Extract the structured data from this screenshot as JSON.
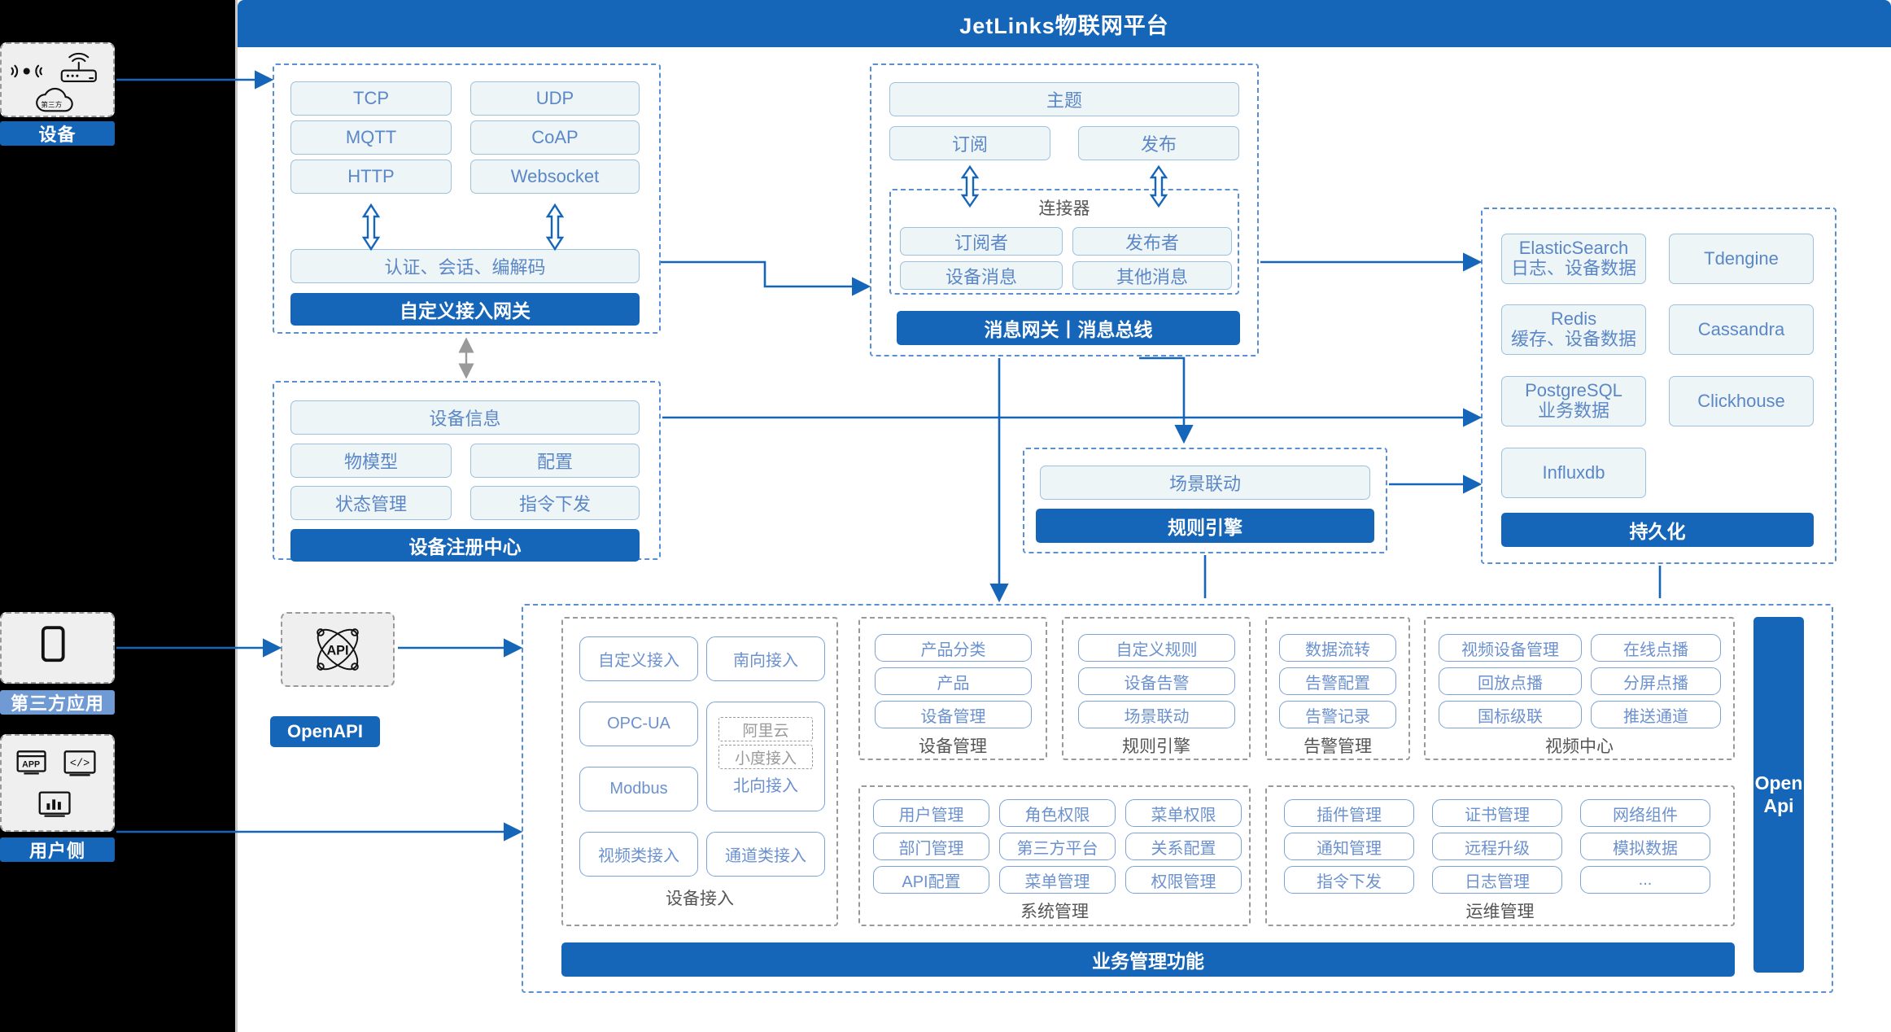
{
  "header": {
    "title": "JetLinks物联网平台"
  },
  "actors": [
    {
      "id": "device",
      "badge": "设备",
      "icons": [
        "wifi-signal-icon",
        "router-icon",
        "cloud-third-party-icon"
      ],
      "cloud_label": "第三方"
    },
    {
      "id": "third-party-app",
      "badge": "第三方应用",
      "icons": [
        "mobile-phone-icon"
      ]
    },
    {
      "id": "user-side",
      "badge": "用户侧",
      "icons": [
        "app-store-icon",
        "code-window-icon",
        "dashboard-chart-icon"
      ]
    }
  ],
  "gateway": {
    "protocols": [
      "TCP",
      "UDP",
      "MQTT",
      "CoAP",
      "HTTP",
      "Websocket"
    ],
    "codec": "认证、会话、编解码",
    "title": "自定义接入网关"
  },
  "message_bus": {
    "topic": "主题",
    "subscribe": "订阅",
    "publish": "发布",
    "connector_label": "连接器",
    "connector_items": [
      "订阅者",
      "发布者",
      "设备消息",
      "其他消息"
    ],
    "title": "消息网关丨消息总线"
  },
  "device_registry": {
    "info": "设备信息",
    "items": [
      "物模型",
      "配置",
      "状态管理",
      "指令下发"
    ],
    "title": "设备注册中心"
  },
  "rule_engine_block": {
    "item": "场景联动",
    "title": "规则引擎"
  },
  "persistence": {
    "stores": [
      {
        "name": "ElasticSearch",
        "sub": "日志、设备数据"
      },
      {
        "name": "Tdengine",
        "sub": ""
      },
      {
        "name": "Redis",
        "sub": "缓存、设备数据"
      },
      {
        "name": "Cassandra",
        "sub": ""
      },
      {
        "name": "PostgreSQL",
        "sub": "业务数据"
      },
      {
        "name": "Clickhouse",
        "sub": ""
      },
      {
        "name": "Influxdb",
        "sub": ""
      }
    ],
    "title": "持久化"
  },
  "openapi_node": {
    "label": "OpenAPI",
    "icon": "api-atom-icon"
  },
  "openapi_bar": {
    "line1": "Open",
    "line2": "Api"
  },
  "business": {
    "footer_title": "业务管理功能",
    "columns": [
      {
        "label": "设备接入",
        "left": [
          "自定义接入",
          "OPC-UA",
          "Modbus",
          "视频类接入"
        ],
        "right_top": "南向接入",
        "right_dashed": [
          "阿里云",
          "小度接入"
        ],
        "right_sub": "北向接入",
        "right_bottom": "通道类接入"
      },
      {
        "label": "设备管理",
        "items": [
          "产品分类",
          "产品",
          "设备管理"
        ]
      },
      {
        "label": "规则引擎",
        "items": [
          "自定义规则",
          "设备告警",
          "场景联动"
        ]
      },
      {
        "label": "告警管理",
        "items": [
          "数据流转",
          "告警配置",
          "告警记录"
        ]
      },
      {
        "label": "视频中心",
        "items": [
          "视频设备管理",
          "在线点播",
          "回放点播",
          "分屏点播",
          "国标级联",
          "推送通道"
        ]
      },
      {
        "label": "系统管理",
        "items": [
          "用户管理",
          "角色权限",
          "菜单权限",
          "部门管理",
          "第三方平台",
          "关系配置",
          "API配置",
          "菜单管理",
          "权限管理"
        ]
      },
      {
        "label": "运维管理",
        "items": [
          "插件管理",
          "证书管理",
          "网络组件",
          "通知管理",
          "远程升级",
          "模拟数据",
          "指令下发",
          "日志管理",
          "..."
        ]
      }
    ]
  },
  "colors": {
    "brand": "#1565b8",
    "soft_fill": "#eef5f7",
    "soft_border": "#9cc0e0",
    "soft_text": "#5b87c7",
    "dashed_blue": "#5b8fd4",
    "dashed_gray": "#9a9a9a",
    "badge_light": "#6f9ad4"
  }
}
